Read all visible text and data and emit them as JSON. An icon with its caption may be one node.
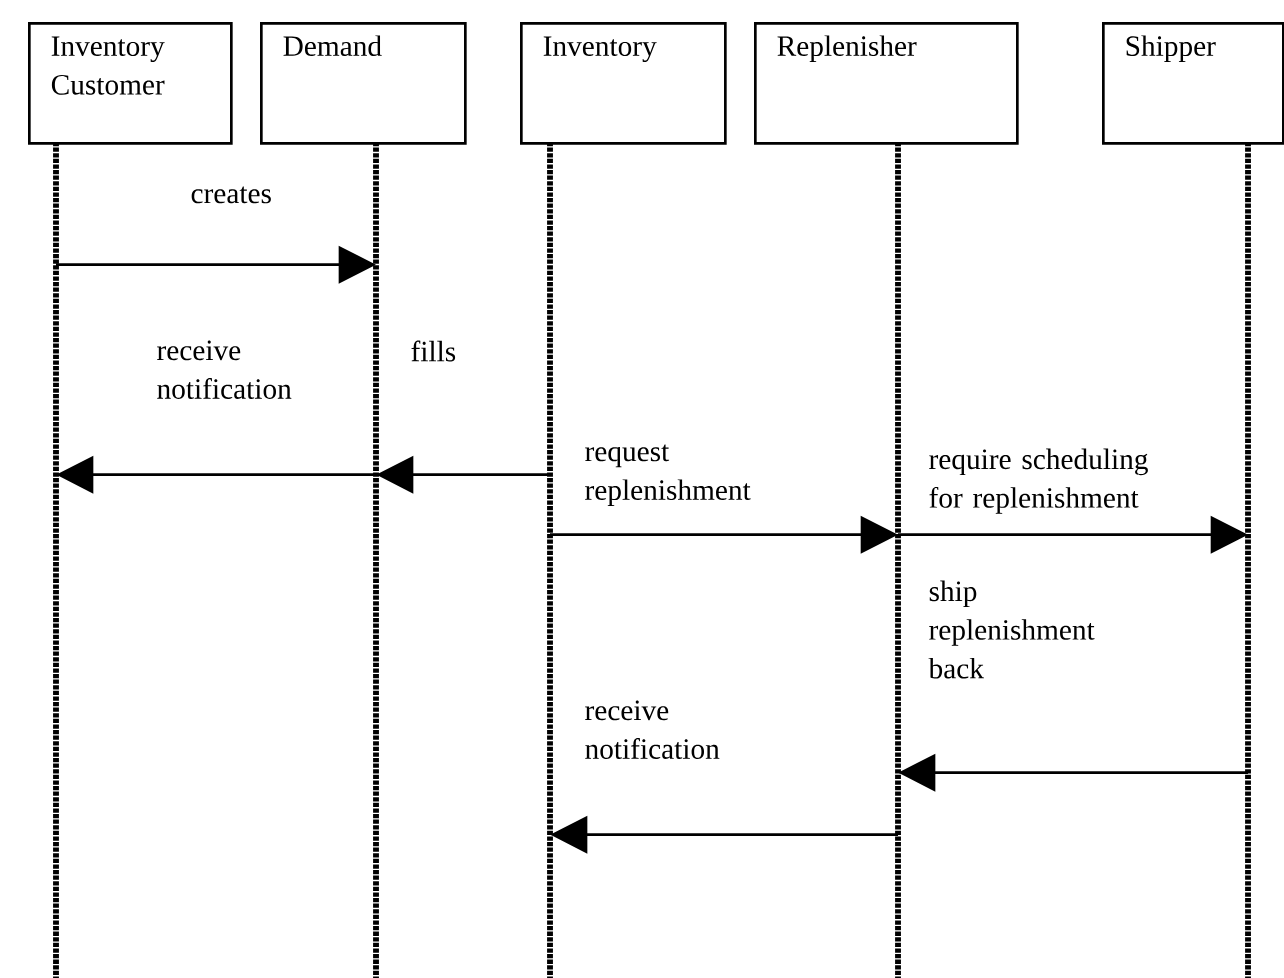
{
  "diagram": {
    "nodes": [
      {
        "text": [
          "Inventory Customer"
        ]
      },
      {
        "text": [
          "Demand"
        ]
      },
      {
        "text": [
          "Inventory"
        ]
      },
      {
        "text": [
          "Replenisher"
        ]
      },
      {
        "text": [
          "Shipper"
        ]
      }
    ],
    "edges": [
      {
        "from": 0,
        "to": 1,
        "arrow": "to",
        "label": "creates"
      },
      {
        "from": 2,
        "to": 1,
        "arrow": "to",
        "label": "fills"
      },
      {
        "from": 1,
        "to": 0,
        "arrow": "to",
        "label": "receive notification"
      },
      {
        "from": 2,
        "to": 3,
        "arrow": "to",
        "label": "request replenishment"
      },
      {
        "from": 3,
        "to": 4,
        "arrow": "to",
        "label": "require scheduling for replenishment"
      },
      {
        "from": 4,
        "to": 3,
        "arrow": "to",
        "label": "ship replenishment back"
      },
      {
        "from": 3,
        "to": 2,
        "arrow": "to",
        "label": "receive notification"
      }
    ]
  }
}
